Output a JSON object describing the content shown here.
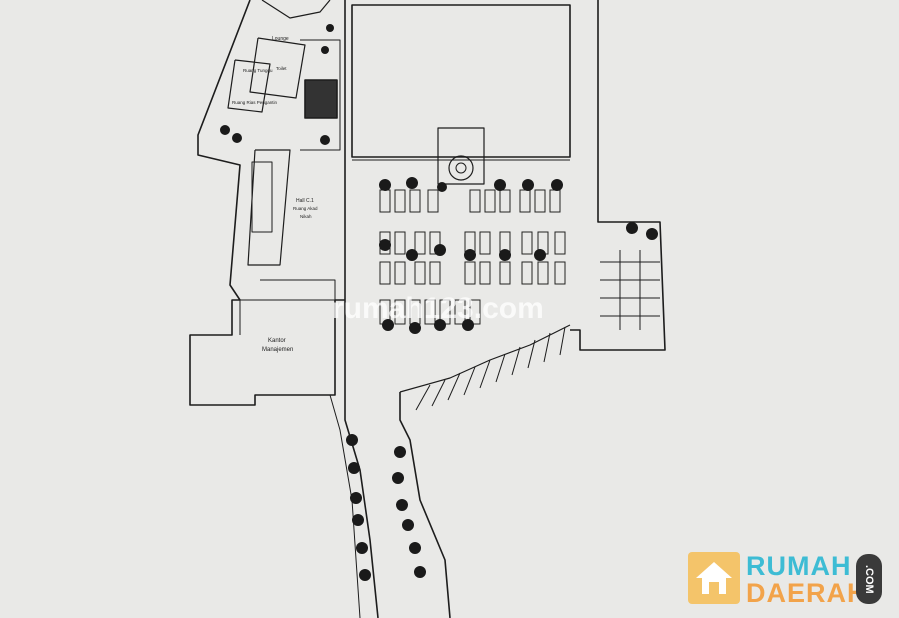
{
  "plan": {
    "labels": {
      "lounge": "Lounge",
      "ruang_tunggu": "Ruang Tunggu",
      "toilet": "Toilet",
      "ruang_rias": "Ruang Rias Pengantin",
      "hall": "Hall C.1",
      "hall_sub1": "Ruang Akad",
      "hall_sub2": "Nikah",
      "kantor": "Kantor",
      "manajemen": "Manajemen"
    }
  },
  "watermark": {
    "text": "rumah123.com"
  },
  "logo": {
    "line1": "RUMAH",
    "line2": "DAERAH",
    "suffix": ".COM",
    "colors": {
      "primary": "#3dbcd4",
      "secondary": "#f2a34a",
      "house": "#f4c46a"
    },
    "icon": "house-icon"
  }
}
